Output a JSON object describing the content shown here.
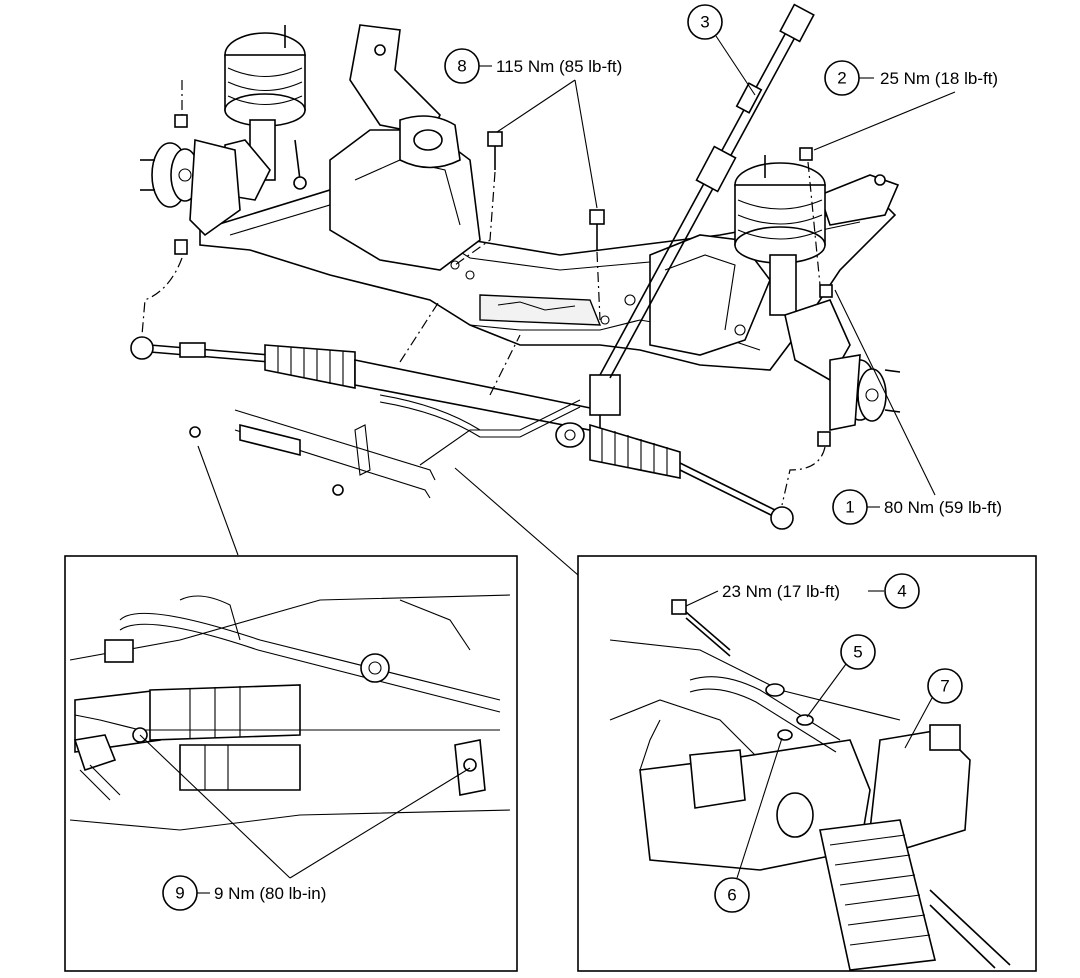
{
  "callouts": [
    {
      "number": "1",
      "spec": "80 Nm (59 lb-ft)"
    },
    {
      "number": "2",
      "spec": "25 Nm (18 lb-ft)"
    },
    {
      "number": "3",
      "spec": ""
    },
    {
      "number": "4",
      "spec": "23 Nm (17 lb-ft)"
    },
    {
      "number": "5",
      "spec": ""
    },
    {
      "number": "6",
      "spec": ""
    },
    {
      "number": "7",
      "spec": ""
    },
    {
      "number": "8",
      "spec": "115 Nm (85 lb-ft)"
    },
    {
      "number": "9",
      "spec": "9 Nm (80 lb-in)"
    }
  ],
  "colors": {
    "line": "#000000",
    "background": "#ffffff"
  }
}
